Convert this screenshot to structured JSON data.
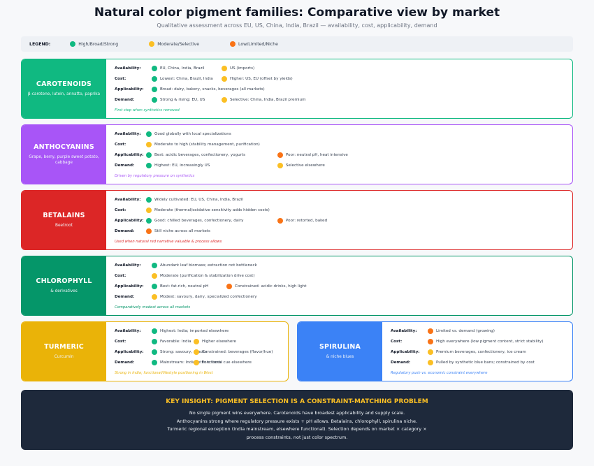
{
  "header": {
    "title": "Natural color pigment families: Comparative view by market",
    "subtitle": "Qualitative assessment across EU, US, China, India, Brazil — availability, cost, applicability, demand"
  },
  "legend": {
    "title": "LEGEND:",
    "items": [
      {
        "label": "High/Broad/Strong",
        "color": "#10b981"
      },
      {
        "label": "Moderate/Selective",
        "color": "#fbbf24"
      },
      {
        "label": "Low/Limited/Niche",
        "color": "#f97316"
      }
    ]
  },
  "colors": {
    "green": "#10b981",
    "yellow": "#fbbf24",
    "orange": "#f97316",
    "carotenoids": "#10b981",
    "anthocyanins": "#a855f7",
    "betalains": "#dc2626",
    "chlorophyll": "#059669",
    "turmeric": "#eab308",
    "spirulina": "#3b82f6"
  },
  "labels": {
    "availability": "Availability:",
    "cost": "Cost:",
    "applicability": "Applicability:",
    "demand": "Demand:"
  },
  "cards": {
    "carotenoids": {
      "name": "CAROTENOIDS",
      "sub": "β-carotene, lutein, annatto, paprika",
      "rows": [
        {
          "a": {
            "dot": "g",
            "text": "EU, China, India, Brazil"
          },
          "b": {
            "dot": "y",
            "text": "US (imports)"
          }
        },
        {
          "a": {
            "dot": "g",
            "text": "Lowest: China, Brazil, India"
          },
          "b": {
            "dot": "y",
            "text": "Higher: US, EU (offset by yields)"
          }
        },
        {
          "a": {
            "dot": "g",
            "text": "Broad: dairy, bakery, snacks, beverages (all markets)"
          }
        },
        {
          "a": {
            "dot": "g",
            "text": "Strong & rising: EU, US"
          },
          "b": {
            "dot": "y",
            "text": "Selective: China, India, Brazil premium"
          }
        }
      ],
      "note": "First stop when synthetics removed"
    },
    "anthocyanins": {
      "name": "ANTHOCYANINS",
      "sub": "Grape, berry, purple sweet potato, cabbage",
      "rows": [
        {
          "a": {
            "dot": "g",
            "text": "Good globally with local specializations"
          }
        },
        {
          "a": {
            "dot": "y",
            "text": "Moderate to high (stability management, purification)"
          }
        },
        {
          "a": {
            "dot": "g",
            "text": "Best: acidic beverages, confectionery, yogurts"
          },
          "b": {
            "dot": "o",
            "text": "Poor: neutral pH, heat intensive"
          }
        },
        {
          "a": {
            "dot": "g",
            "text": "Highest: EU, increasingly US"
          },
          "b": {
            "dot": "y",
            "text": "Selective elsewhere"
          }
        }
      ],
      "note": "Driven by regulatory pressure on synthetics"
    },
    "betalains": {
      "name": "BETALAINS",
      "sub": "Beetroot",
      "rows": [
        {
          "a": {
            "dot": "g",
            "text": "Widely cultivated: EU, US, China, India, Brazil"
          }
        },
        {
          "a": {
            "dot": "y",
            "text": "Moderate (thermal/oxidative sensitivity adds hidden costs)"
          }
        },
        {
          "a": {
            "dot": "g",
            "text": "Good: chilled beverages, confectionery, dairy"
          },
          "b": {
            "dot": "o",
            "text": "Poor: retorted, baked"
          }
        },
        {
          "a": {
            "dot": "o",
            "text": "Still niche across all markets"
          }
        }
      ],
      "note": "Used when natural red narrative valuable & process allows"
    },
    "chlorophyll": {
      "name": "CHLOROPHYLL",
      "sub": "& derivatives",
      "rows": [
        {
          "a": {
            "dot": "g",
            "text": "Abundant leaf biomass; extraction not bottleneck"
          }
        },
        {
          "a": {
            "dot": "y",
            "text": "Moderate (purification & stabilization drive cost)"
          }
        },
        {
          "a": {
            "dot": "g",
            "text": "Best: fat-rich, neutral pH"
          },
          "b": {
            "dot": "o",
            "text": "Constrained: acidic drinks, high light"
          }
        },
        {
          "a": {
            "dot": "y",
            "text": "Modest: savoury, dairy, specialized confectionery"
          }
        }
      ],
      "note": "Comparatively modest across all markets"
    },
    "turmeric": {
      "name": "TURMERIC",
      "sub": "Curcumin",
      "rows": [
        {
          "a": {
            "dot": "g",
            "text": "Highest: India; imported elsewhere"
          }
        },
        {
          "a": {
            "dot": "g",
            "text": "Favorable: India"
          },
          "b": {
            "dot": "y",
            "text": "Higher elsewhere"
          }
        },
        {
          "a": {
            "dot": "g",
            "text": "Strong: savoury, snacks"
          },
          "b": {
            "dot": "y",
            "text": "Constrained: beverages (flavor/hue)"
          }
        },
        {
          "a": {
            "dot": "g",
            "text": "Mainstream: India, ethnic foods"
          },
          "b": {
            "dot": "y",
            "text": "Functional cue elsewhere"
          }
        }
      ],
      "note": "Strong in India; functional/lifestyle positioning in West"
    },
    "spirulina": {
      "name": "SPIRULINA",
      "sub": "& niche blues",
      "rows": [
        {
          "a": {
            "dot": "o",
            "text": "Limited vs. demand (growing)"
          }
        },
        {
          "a": {
            "dot": "o",
            "text": "High everywhere (low pigment content, strict stability)"
          }
        },
        {
          "a": {
            "dot": "y",
            "text": "Premium beverages, confectionery, ice cream"
          }
        },
        {
          "a": {
            "dot": "y",
            "text": "Pulled by synthetic blue bans; constrained by cost"
          }
        }
      ],
      "note": "Regulatory push vs. economic constraint everywhere"
    }
  },
  "insight": {
    "title": "KEY INSIGHT: PIGMENT SELECTION IS A CONSTRAINT-MATCHING PROBLEM",
    "lines": [
      "No single pigment wins everywhere. Carotenoids have broadest applicability and supply scale.",
      "Anthocyanins strong where regulatory pressure exists + pH allows. Betalains, chlorophyll, spirulina niche.",
      "Turmeric regional exception (India mainstream, elsewhere functional). Selection depends on market × category ×",
      "process constraints, not just color spectrum."
    ]
  }
}
